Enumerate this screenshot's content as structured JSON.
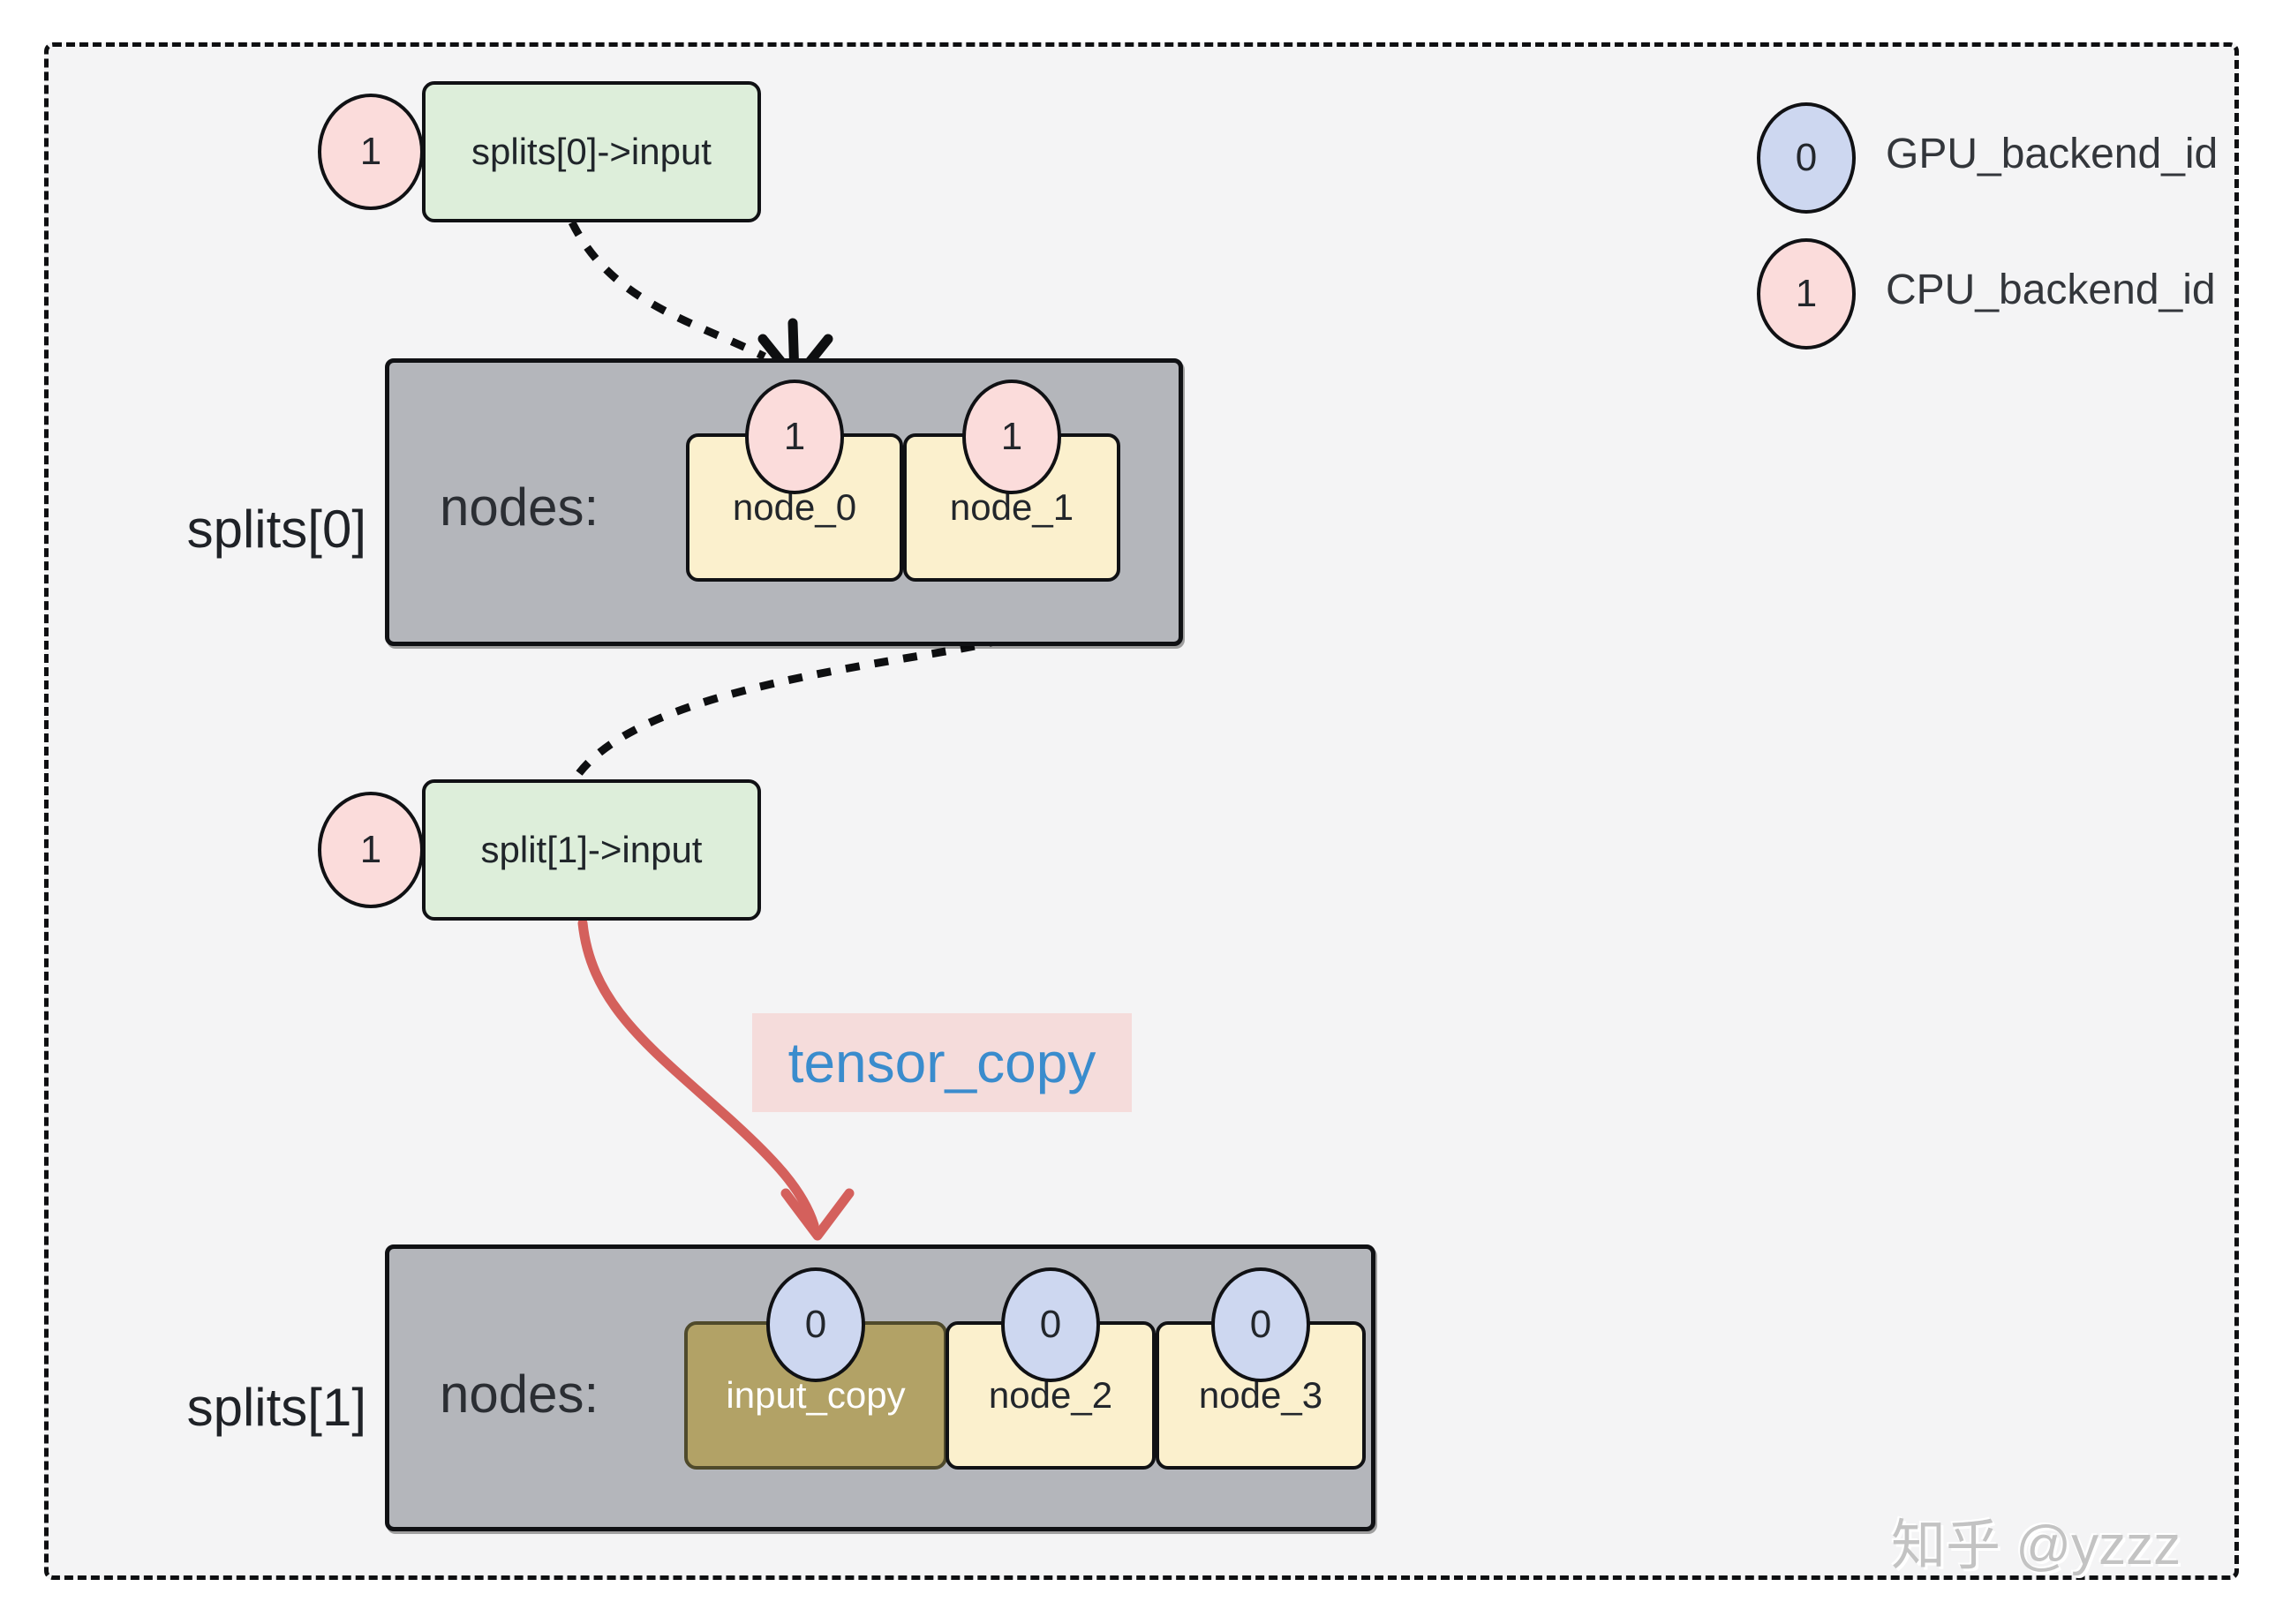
{
  "diagram": {
    "inputs": [
      {
        "badge": "1",
        "label": "splits[0]->input"
      },
      {
        "badge": "1",
        "label": "split[1]->input"
      }
    ],
    "splits": [
      {
        "title": "splits[0]",
        "nodes_label": "nodes:",
        "nodes": [
          {
            "badge": "1",
            "label": "node_0"
          },
          {
            "badge": "1",
            "label": "node_1"
          }
        ]
      },
      {
        "title": "splits[1]",
        "nodes_label": "nodes:",
        "nodes": [
          {
            "badge": "0",
            "label": "input_copy"
          },
          {
            "badge": "0",
            "label": "node_2"
          },
          {
            "badge": "0",
            "label": "node_3"
          }
        ]
      }
    ],
    "edge_label": "tensor_copy"
  },
  "legend": {
    "items": [
      {
        "badge": "0",
        "label": "GPU_backend_id"
      },
      {
        "badge": "1",
        "label": "CPU_backend_id"
      }
    ]
  },
  "watermark": "知乎 @yzzz",
  "colors": {
    "background": "#f4f4f5",
    "gpu_badge": "#cdd7f0",
    "cpu_badge": "#fbdcdb",
    "input_box": "#ddeeda",
    "node_box": "#fbf0cd",
    "copy_node_box": "#b2a266",
    "split_box": "#b4b6bb",
    "tensor_copy_text": "#3a8ccd",
    "tensor_copy_bg": "#f5dcdb",
    "copy_arrow": "#d4605c"
  }
}
